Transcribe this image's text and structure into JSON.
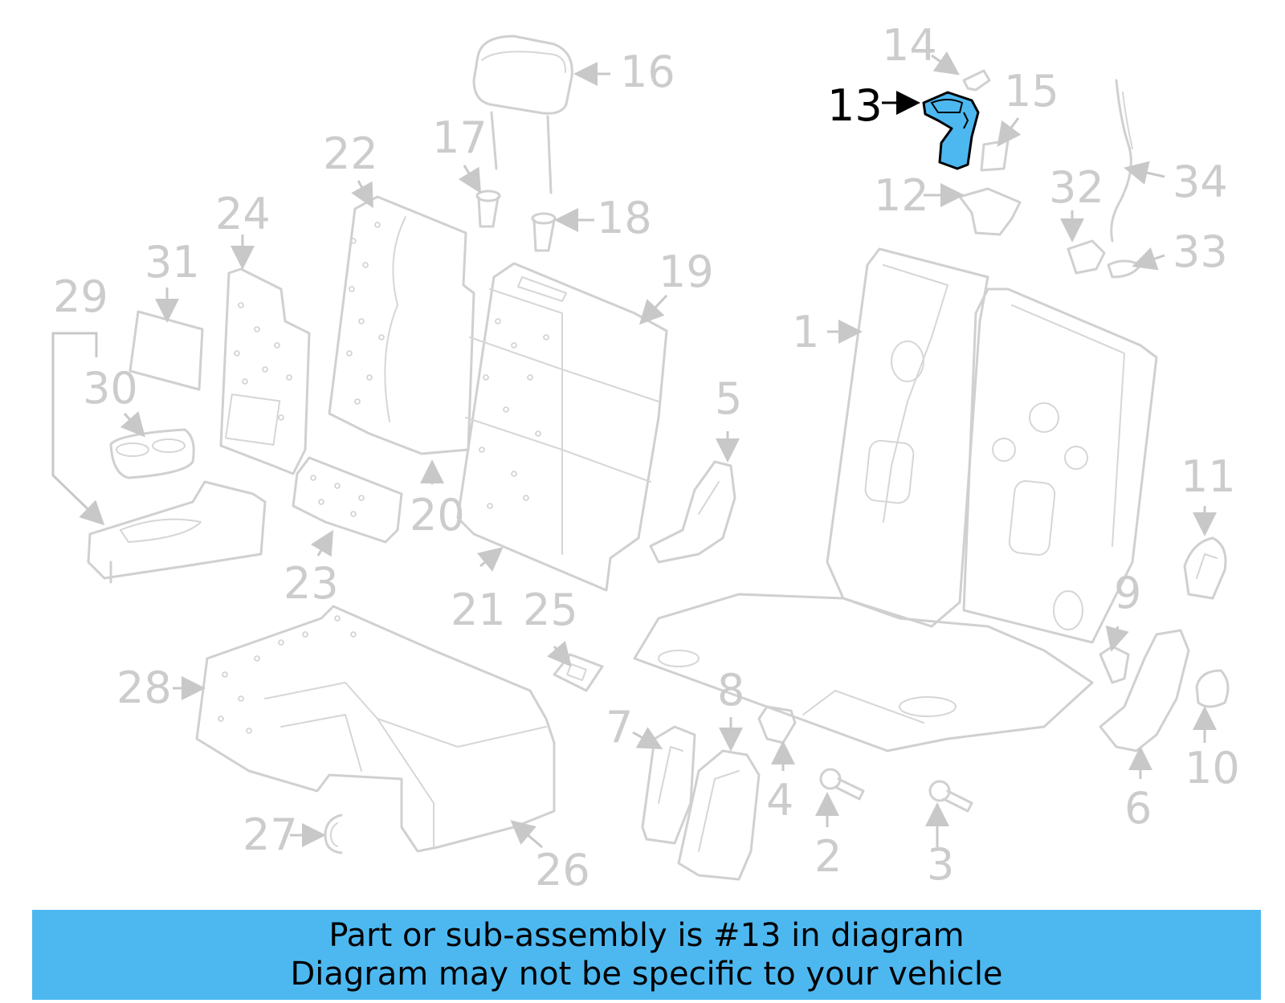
{
  "highlight_color": "#4db8f0",
  "part_color": "#cccccc",
  "callouts": {
    "c1": "1",
    "c2": "2",
    "c3": "3",
    "c4": "4",
    "c5": "5",
    "c6": "6",
    "c7": "7",
    "c8": "8",
    "c9": "9",
    "c10": "10",
    "c11": "11",
    "c12": "12",
    "c13": "13",
    "c14": "14",
    "c15": "15",
    "c16": "16",
    "c17": "17",
    "c18": "18",
    "c19": "19",
    "c20": "20",
    "c21": "21",
    "c22": "22",
    "c23": "23",
    "c24": "24",
    "c25": "25",
    "c26": "26",
    "c27": "27",
    "c28": "28",
    "c29": "29",
    "c30": "30",
    "c31": "31",
    "c32": "32",
    "c33": "33",
    "c34": "34"
  },
  "highlighted_part": "13",
  "banner": {
    "line1": "Part or sub-assembly is #13 in diagram",
    "line2": "Diagram may not be specific to your vehicle"
  }
}
